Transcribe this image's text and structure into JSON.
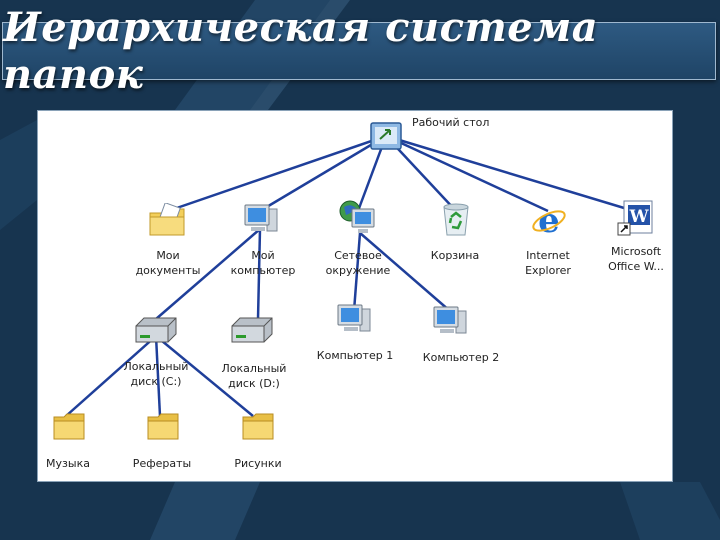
{
  "title": "Иерархическая система папок",
  "colors": {
    "connector": "#1f3f9a",
    "folder": "#f3cf5a",
    "background": "#17344f"
  },
  "nodes": {
    "desktop": {
      "label": "Рабочий стол",
      "icon": "desktop-icon"
    },
    "my_documents": {
      "label_line1": "Мои",
      "label_line2": "документы",
      "icon": "my-documents-icon"
    },
    "my_computer": {
      "label_line1": "Мой",
      "label_line2": "компьютер",
      "icon": "computer-icon"
    },
    "network": {
      "label_line1": "Сетевое",
      "label_line2": "окружение",
      "icon": "network-icon"
    },
    "recycle_bin": {
      "label": "Корзина",
      "icon": "recycle-bin-icon"
    },
    "internet_explorer": {
      "label_line1": "Internet",
      "label_line2": "Explorer",
      "icon": "internet-explorer-icon"
    },
    "word": {
      "label_line1": "Microsoft",
      "label_line2": "Office W...",
      "icon": "word-shortcut-icon"
    },
    "disk_c": {
      "label_line1": "Локальный",
      "label_line2": "диск (C:)",
      "icon": "hard-drive-icon"
    },
    "disk_d": {
      "label_line1": "Локальный",
      "label_line2": "диск (D:)",
      "icon": "hard-drive-icon"
    },
    "computer1": {
      "label": "Компьютер 1",
      "icon": "computer-icon"
    },
    "computer2": {
      "label": "Компьютер 2",
      "icon": "computer-icon"
    },
    "music": {
      "label": "Музыка",
      "icon": "folder-icon"
    },
    "reports": {
      "label": "Рефераты",
      "icon": "folder-icon"
    },
    "pictures": {
      "label": "Рисунки",
      "icon": "folder-icon"
    }
  }
}
